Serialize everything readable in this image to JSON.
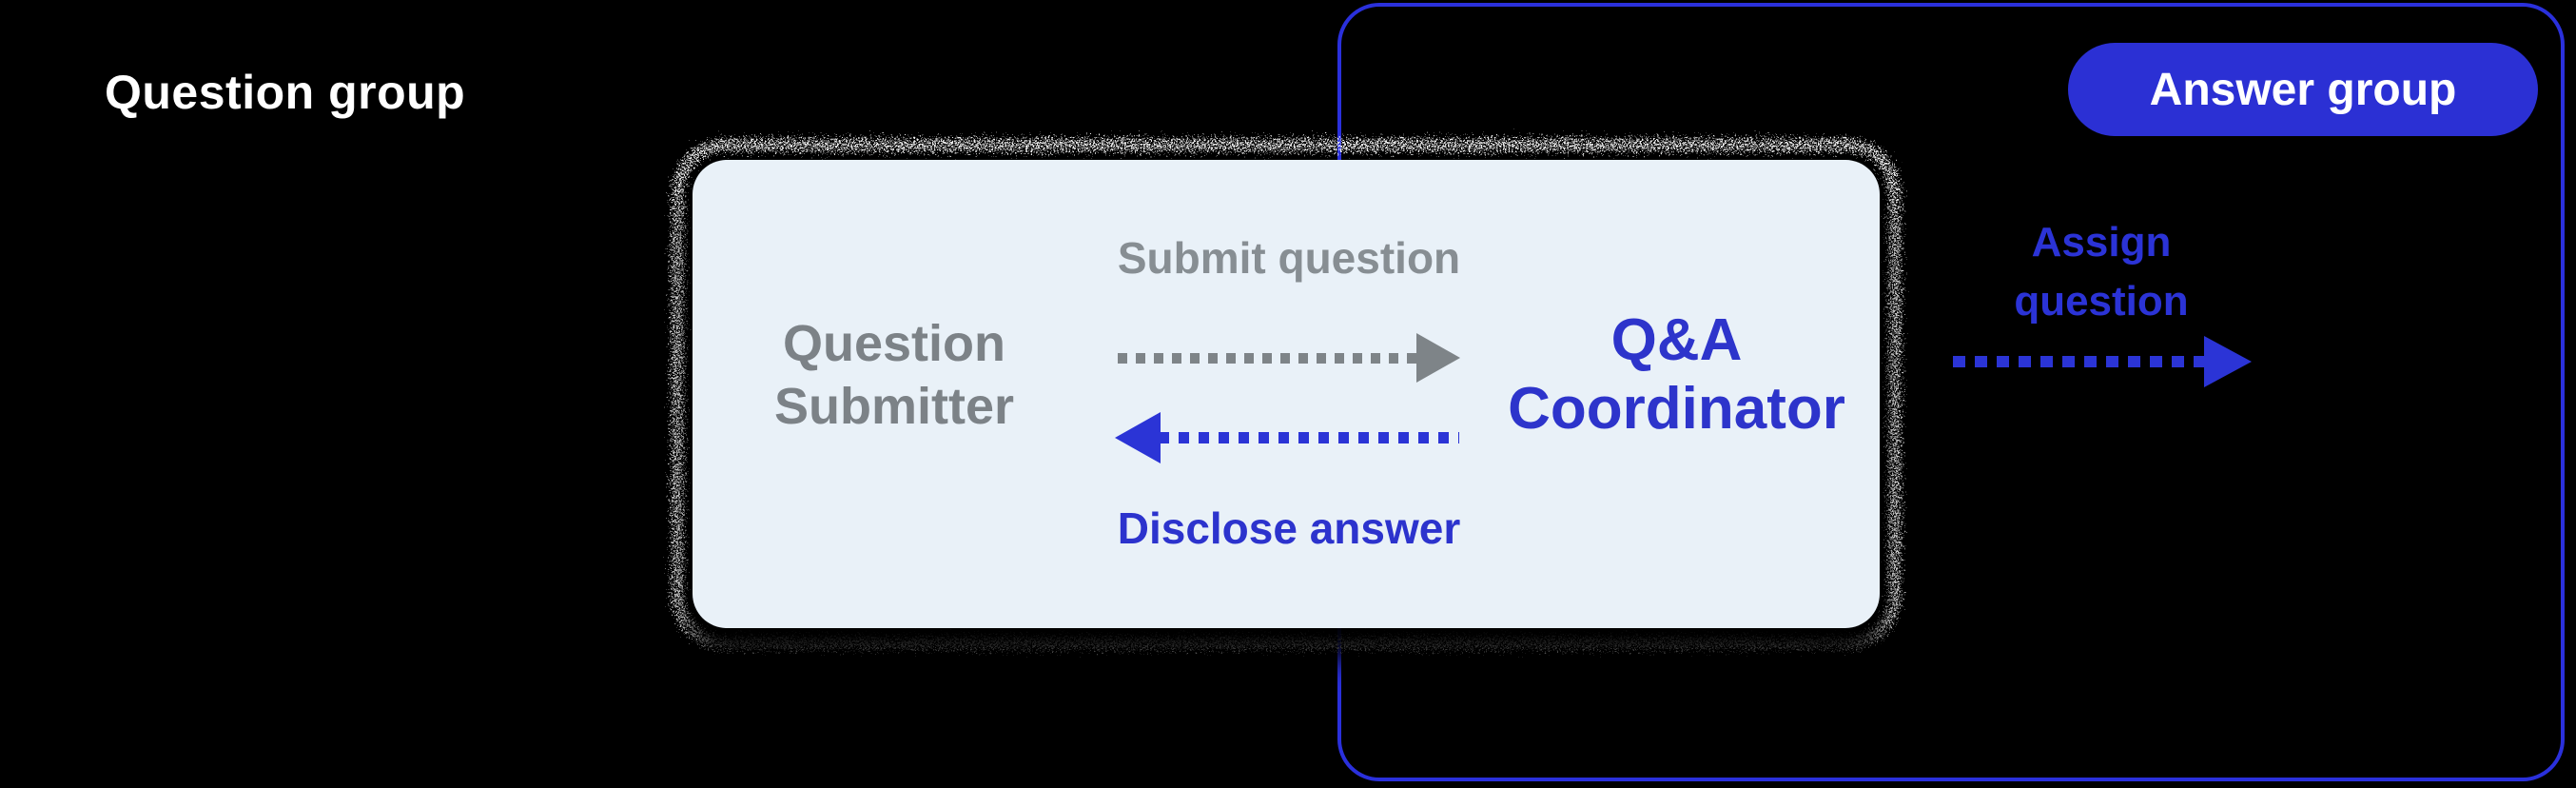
{
  "diagram": {
    "question_group": {
      "label": "Question group"
    },
    "answer_group": {
      "label": "Answer group"
    },
    "card": {
      "submit_question_label": "Submit question",
      "question_submitter": {
        "line1": "Question",
        "line2": "Submitter"
      },
      "qa_coordinator": {
        "line1": "Q&A",
        "line2": "Coordinator"
      },
      "disclose_answer_label": "Disclose answer"
    },
    "assign_question": {
      "line1": "Assign",
      "line2": "question"
    },
    "arrows": [
      {
        "name": "submit-question-arrow",
        "direction": "right",
        "color": "#7e8488"
      },
      {
        "name": "disclose-answer-arrow",
        "direction": "left",
        "color": "#2b34d6"
      },
      {
        "name": "assign-question-arrow",
        "direction": "right",
        "color": "#2b34d6"
      }
    ],
    "colors": {
      "background": "#000000",
      "accent_blue": "#2b30d6",
      "blue_text": "#2d34cb",
      "gray_text": "#7c8287",
      "card_background": "#e9f1f8",
      "white": "#ffffff"
    }
  }
}
